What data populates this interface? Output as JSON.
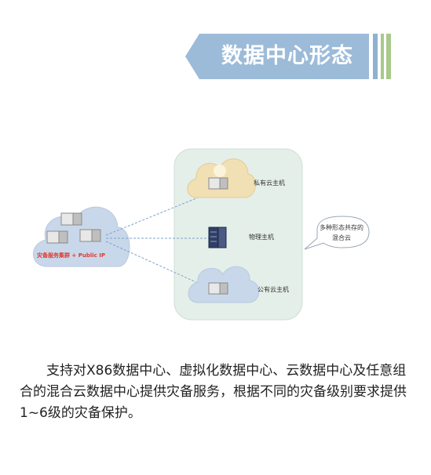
{
  "header": {
    "title": "数据中心形态",
    "banner_color": "#9cbbd8",
    "accent_green": "#a8c98a"
  },
  "diagram": {
    "left_cloud_label": "灾备服务集群 + Public IP",
    "nodes": [
      {
        "id": "private-cloud-host",
        "label": "私有云主机",
        "icon": "server-cloud-icon"
      },
      {
        "id": "physical-host",
        "label": "物理主机",
        "icon": "rack-server-icon"
      },
      {
        "id": "public-cloud-host",
        "label": "公有云主机",
        "icon": "server-cloud-icon"
      }
    ],
    "callout": "多种形态共存的混合云",
    "colors": {
      "panel": "#e5efe9",
      "blue_cloud": "#c9d7ea",
      "yellow_cloud": "#f1e0b4",
      "dashed_line": "#7aa3cf"
    }
  },
  "description": "支持对X86数据中心、虚拟化数据中心、云数据中心及任意组合的混合云数据中心提供灾备服务，根据不同的灾备级别要求提供1~6级的灾备保护。"
}
